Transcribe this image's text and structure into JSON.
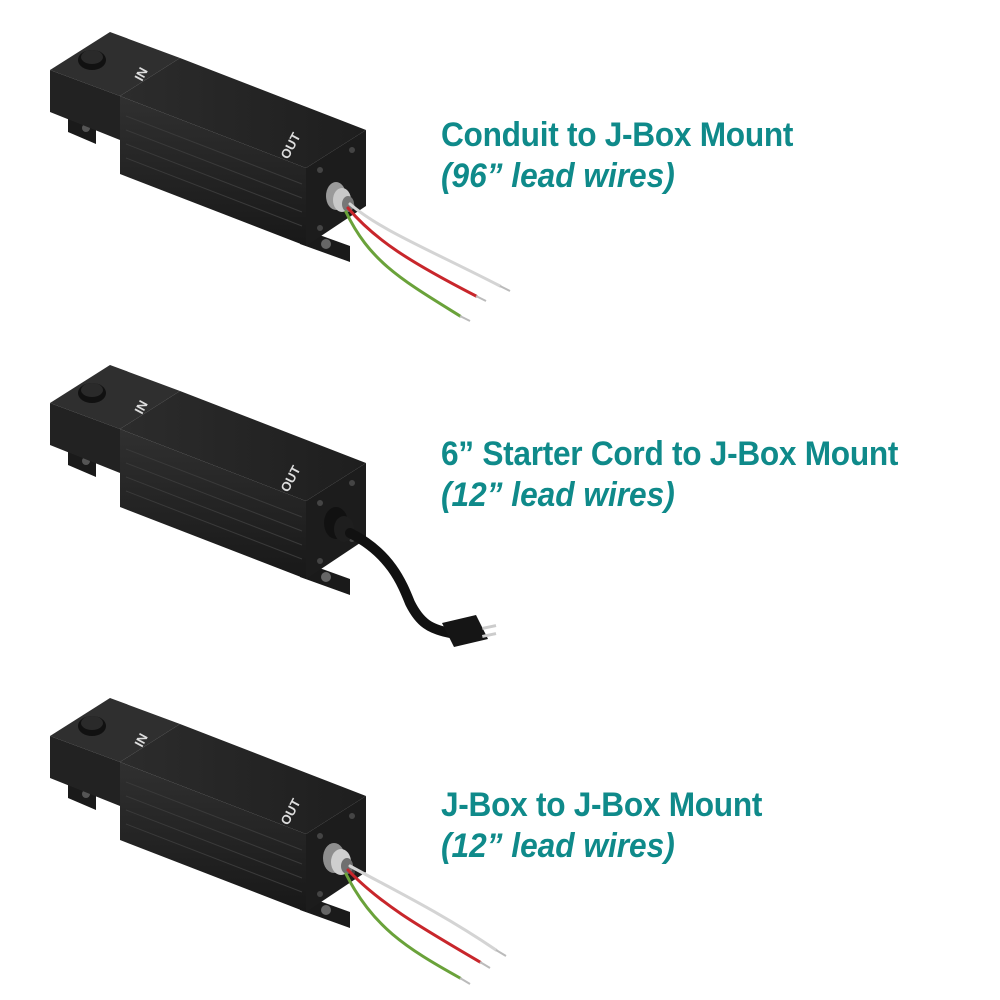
{
  "products": [
    {
      "title": "Conduit to J-Box Mount",
      "subtitle": "(96” lead wires)",
      "label_in": "IN",
      "label_out": "OUT",
      "connector": "conduit-fitting-icon",
      "wire_colors": [
        "#d9d9d9",
        "#c8262b",
        "#6aa23a"
      ]
    },
    {
      "title": "6” Starter Cord to J-Box Mount",
      "subtitle": "(12” lead wires)",
      "label_in": "IN",
      "label_out": "OUT",
      "connector": "starter-cord-plug-icon"
    },
    {
      "title": "J-Box to J-Box Mount",
      "subtitle": "(12” lead wires)",
      "label_in": "IN",
      "label_out": "OUT",
      "connector": "jbox-fitting-icon",
      "wire_colors": [
        "#d9d9d9",
        "#c8262b",
        "#6aa23a"
      ]
    }
  ],
  "colors": {
    "caption_text": "#0f8a8a",
    "housing": "#262626",
    "housing_dark": "#141414"
  }
}
